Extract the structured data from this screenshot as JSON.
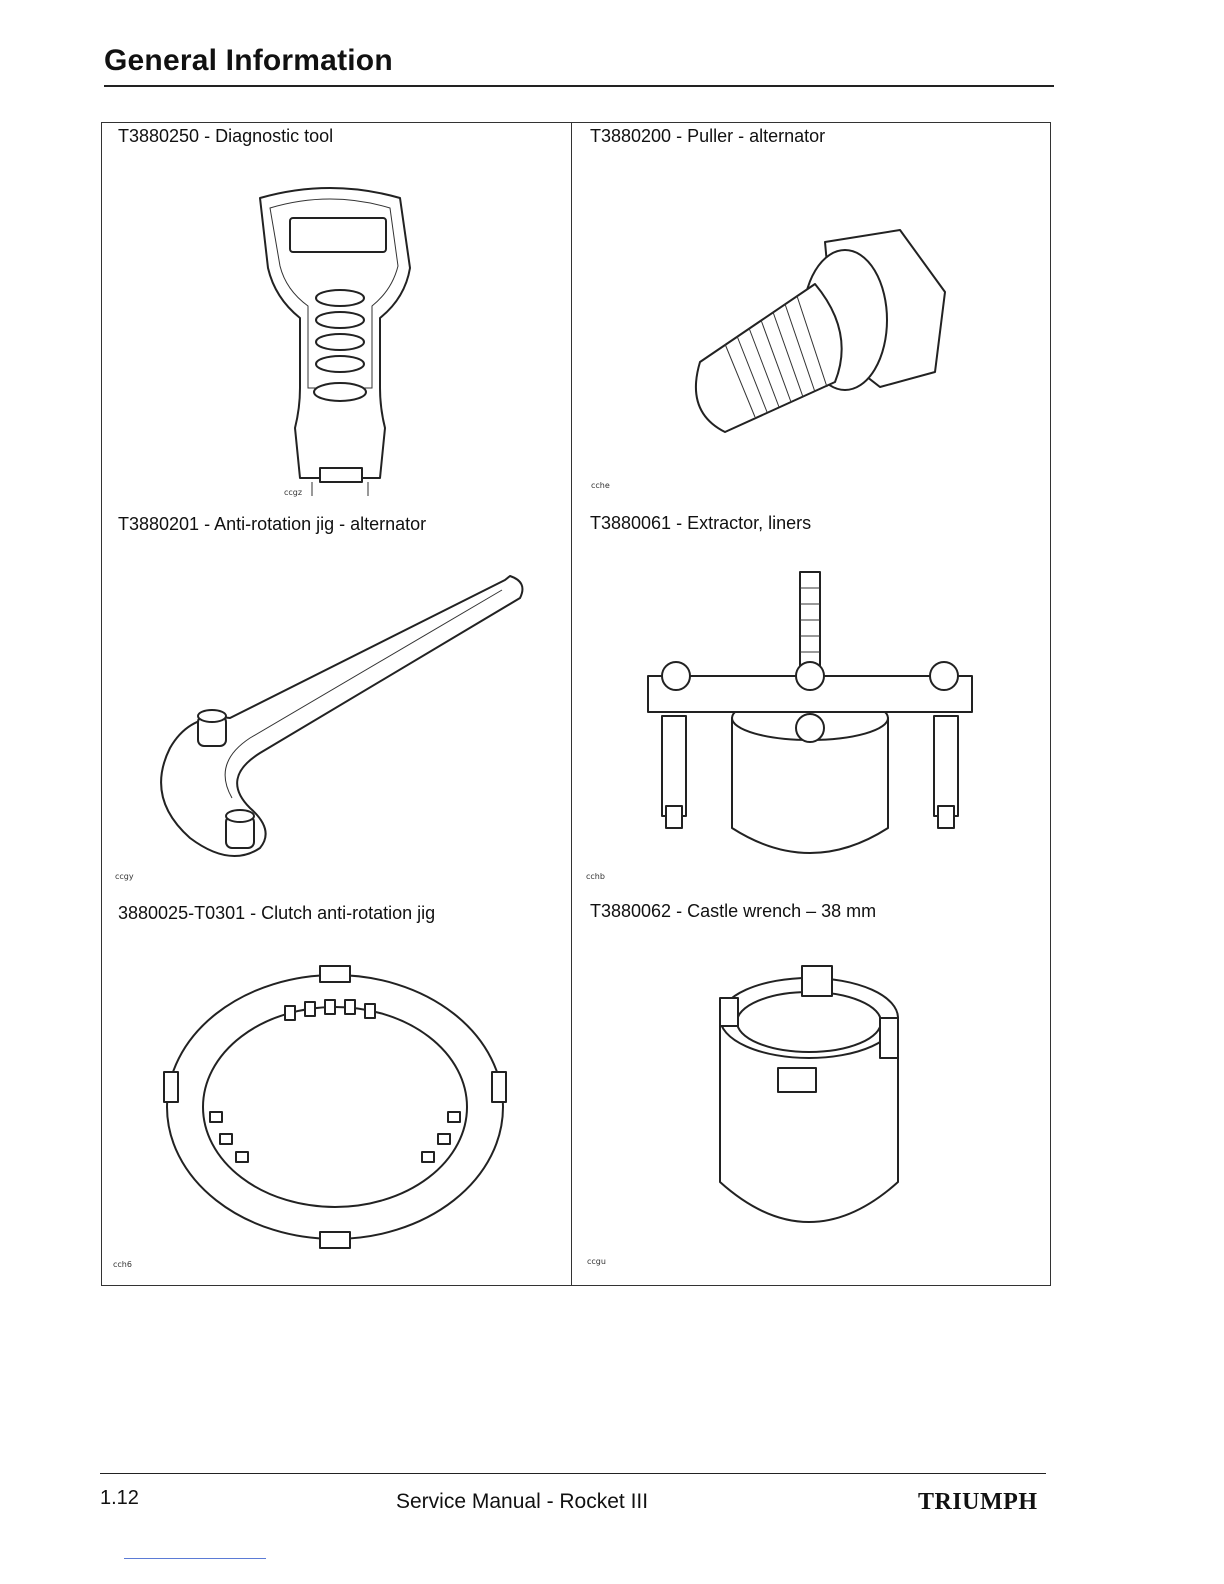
{
  "header": {
    "title": "General Information"
  },
  "tools": [
    {
      "title": "T3880250 - Diagnostic tool",
      "code": "ccgz",
      "icon": "diagnostic-tool-illustration"
    },
    {
      "title": "T3880200 - Puller - alternator",
      "code": "cche",
      "icon": "alternator-puller-illustration"
    },
    {
      "title": "T3880201 - Anti-rotation jig - alternator",
      "code": "ccgy",
      "icon": "anti-rotation-jig-illustration"
    },
    {
      "title": "T3880061 - Extractor, liners",
      "code": "cchb",
      "icon": "liner-extractor-illustration"
    },
    {
      "title": "3880025-T0301 - Clutch anti-rotation jig",
      "code": "cch6",
      "icon": "clutch-jig-illustration"
    },
    {
      "title": "T3880062 - Castle wrench – 38 mm",
      "code": "ccgu",
      "icon": "castle-wrench-illustration"
    }
  ],
  "footer": {
    "page_number": "1.12",
    "manual_title": "Service Manual - Rocket III",
    "brand": "TRIUMPH"
  }
}
